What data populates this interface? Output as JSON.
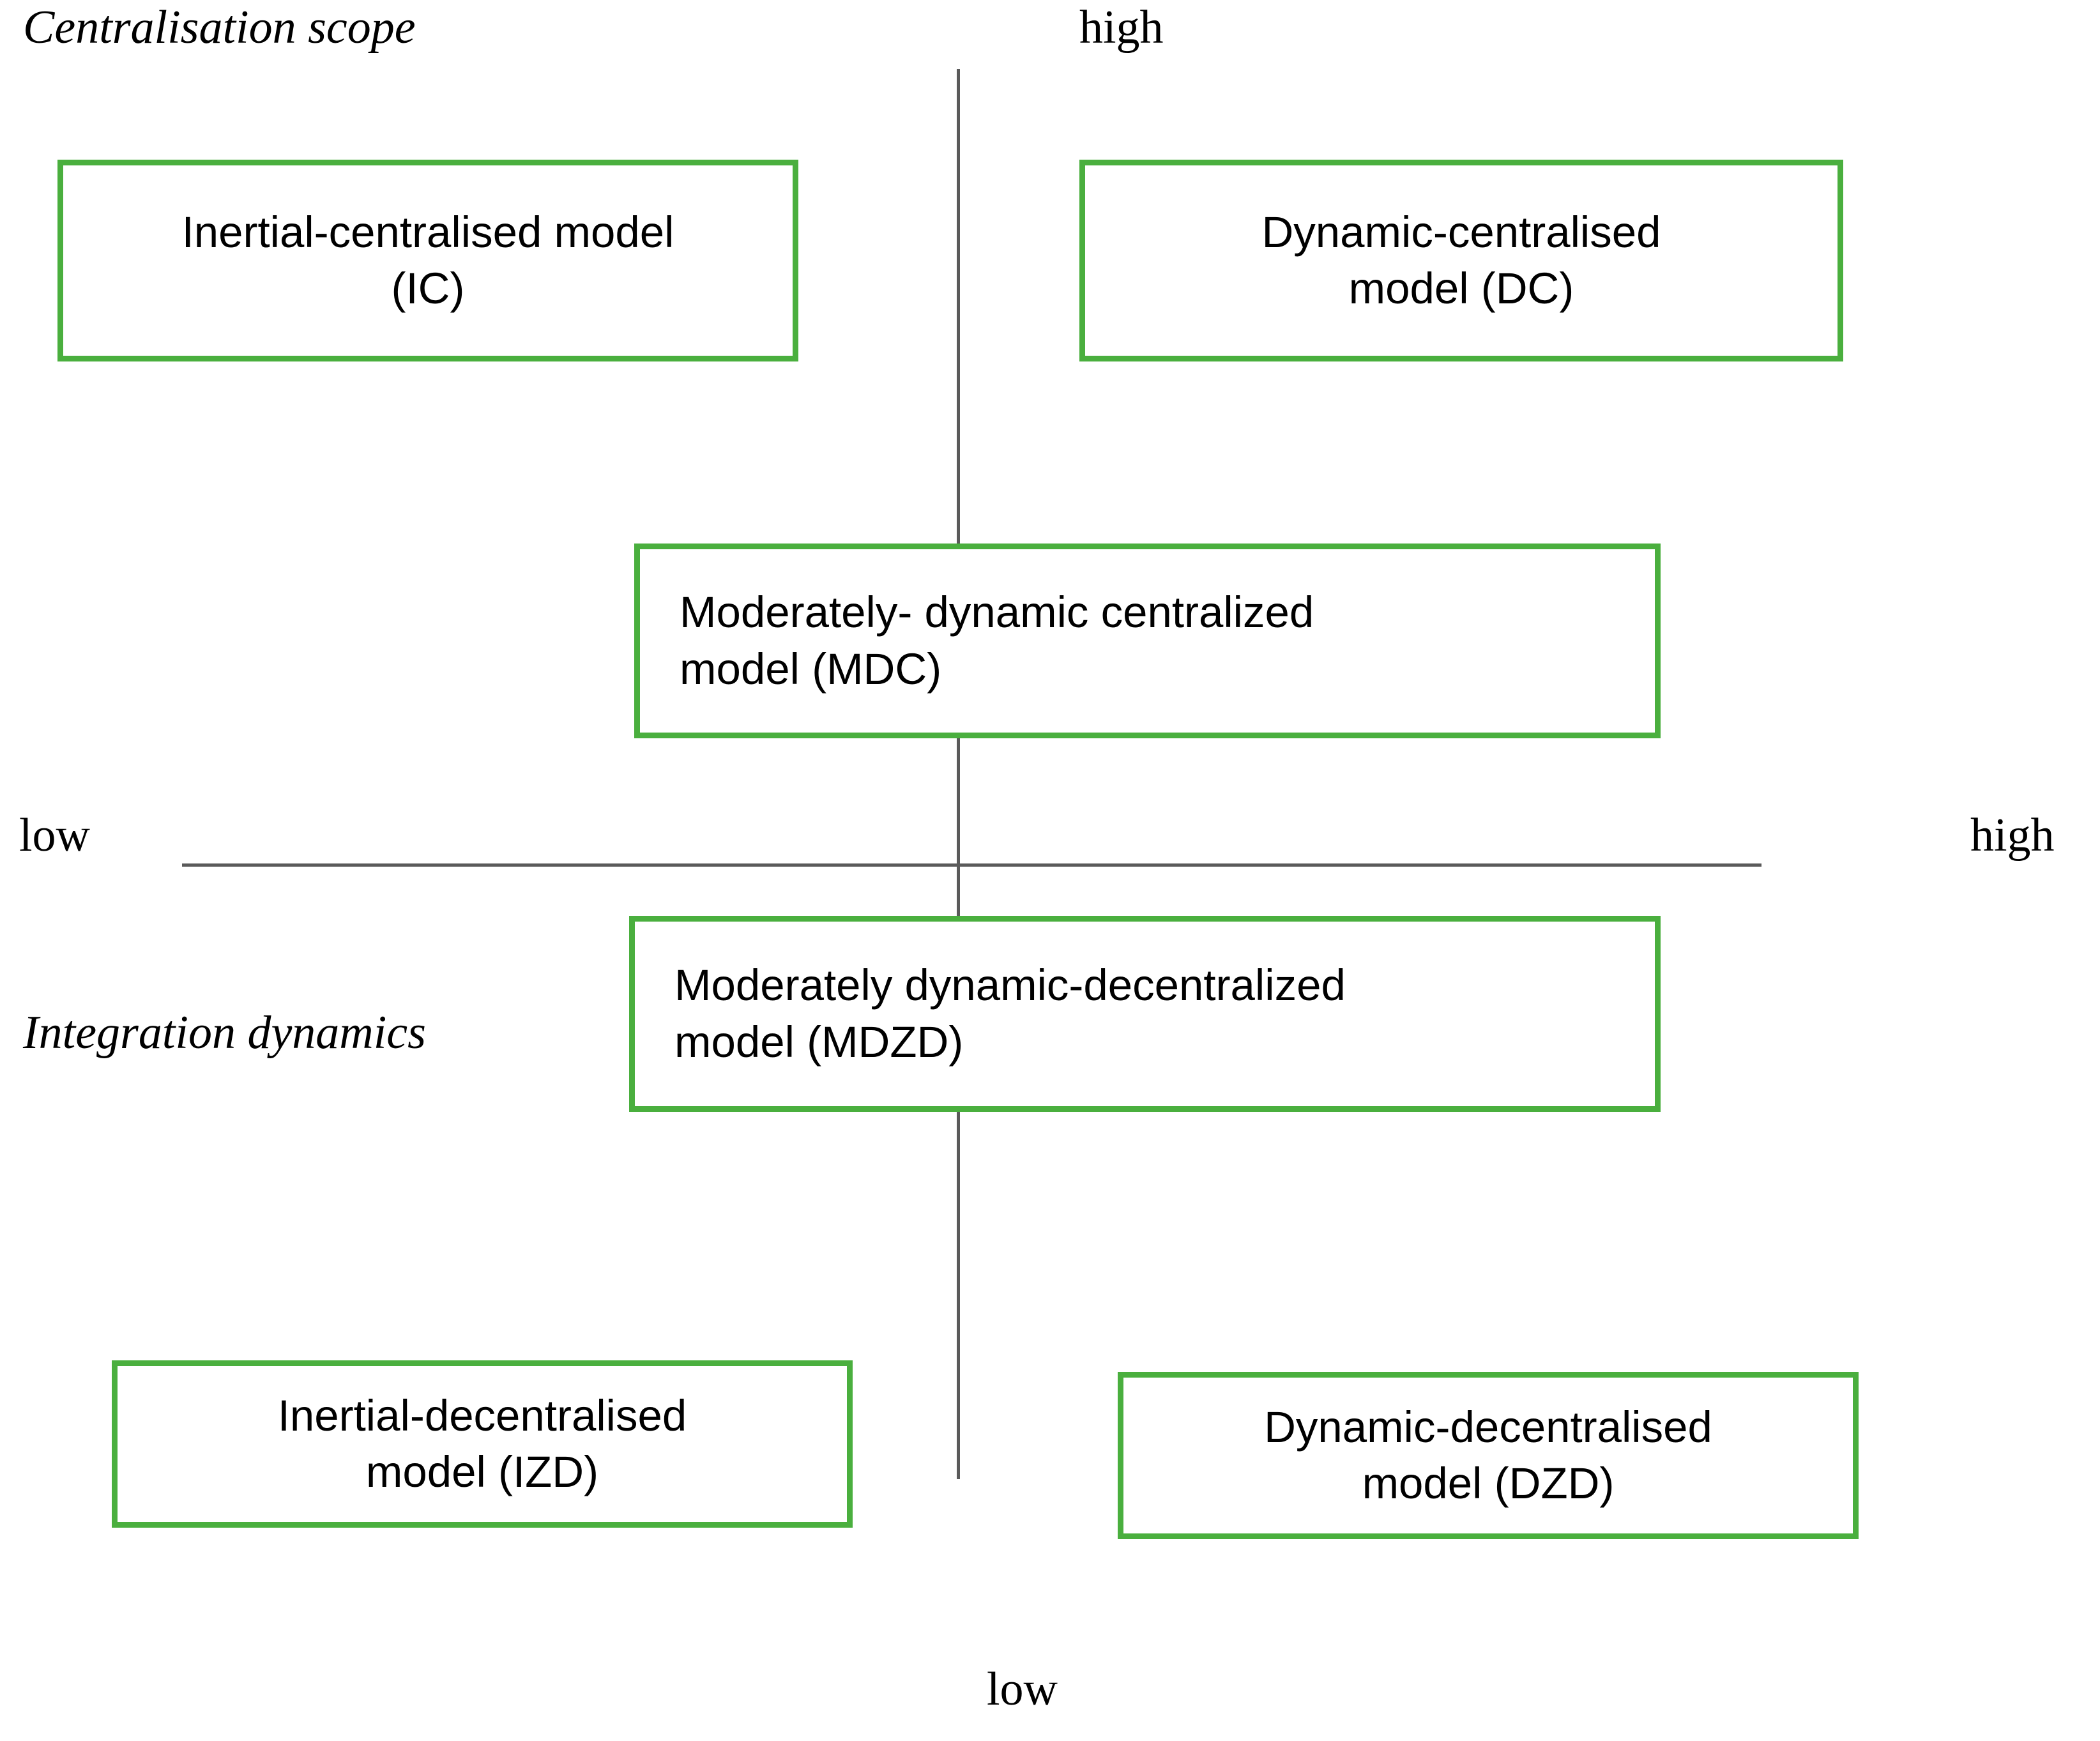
{
  "diagram": {
    "type": "2x2 quadrant matrix",
    "axes": {
      "vertical": {
        "title": "Centralisation scope",
        "high_label": "high",
        "low_label": "low"
      },
      "horizontal": {
        "title": "Integration dynamics",
        "low_label": "low",
        "high_label": "high"
      }
    },
    "accent_color": "#4aaf3e",
    "axis_color": "#5a5a5a",
    "boxes": [
      {
        "id": "IC",
        "quadrant": "top-left",
        "line1": "Inertial-centralised model",
        "line2": "(IC)",
        "align": "center"
      },
      {
        "id": "DC",
        "quadrant": "top-right",
        "line1": "Dynamic-centralised",
        "line2": "model (DC)",
        "align": "center"
      },
      {
        "id": "MDC",
        "quadrant": "center-upper",
        "line1": "Moderately- dynamic centralized",
        "line2": "model (MDC)",
        "align": "left"
      },
      {
        "id": "MDZD",
        "quadrant": "center-lower",
        "line1": "Moderately dynamic-decentralized",
        "line2": "model (MDZD)",
        "align": "left"
      },
      {
        "id": "IZD",
        "quadrant": "bottom-left",
        "line1": "Inertial-decentralised",
        "line2": "model (IZD)",
        "align": "center"
      },
      {
        "id": "DZD",
        "quadrant": "bottom-right",
        "line1": "Dynamic-decentralised",
        "line2": "model (DZD)",
        "align": "center"
      }
    ]
  }
}
